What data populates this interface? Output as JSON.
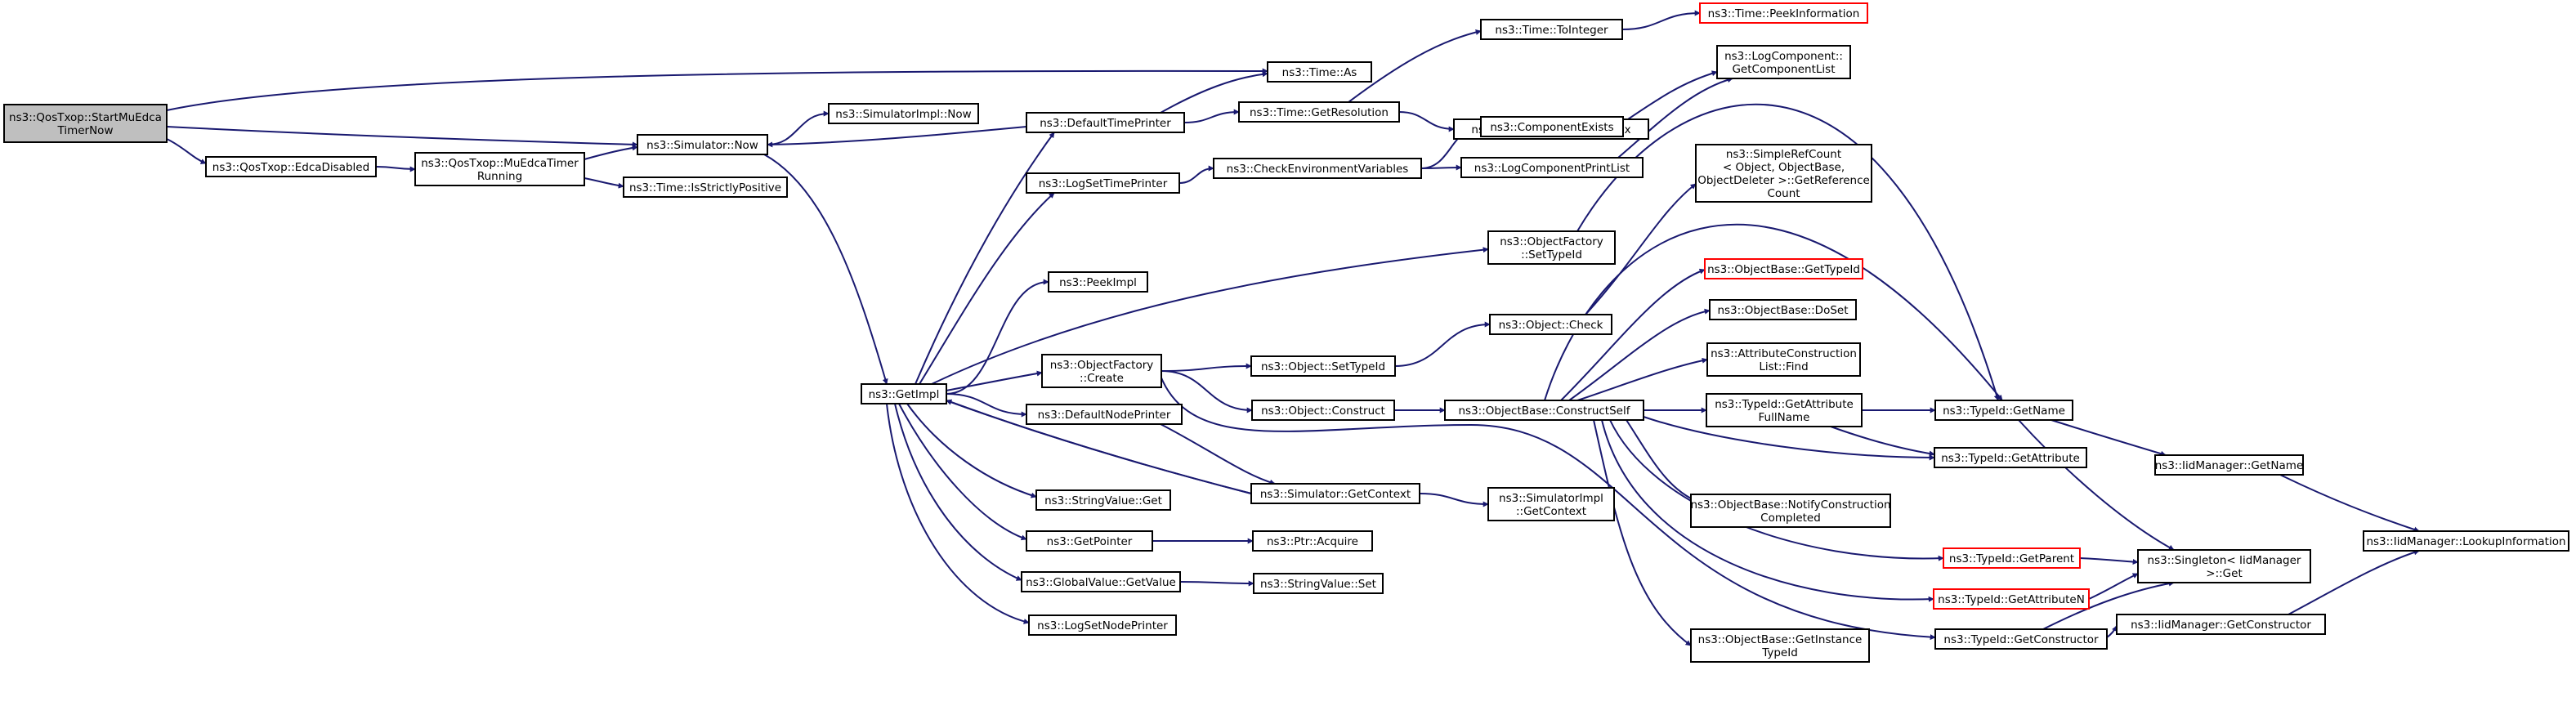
{
  "diagram": {
    "colors": {
      "edge": "#191970",
      "node_border": "#000000",
      "root_fill": "#bfbfbf",
      "node_fill": "#ffffff",
      "truncated_border": "#ff0000"
    },
    "nodes": {
      "start": {
        "lines": [
          "ns3::QosTxop::StartMuEdca",
          "TimerNow"
        ],
        "root": true
      },
      "edcaDisabled": {
        "lines": [
          "ns3::QosTxop::EdcaDisabled"
        ]
      },
      "muEdcaRunning": {
        "lines": [
          "ns3::QosTxop::MuEdcaTimer",
          "Running"
        ]
      },
      "simNow": {
        "lines": [
          "ns3::Simulator::Now"
        ]
      },
      "isStrictlyPositive": {
        "lines": [
          "ns3::Time::IsStrictlyPositive"
        ]
      },
      "simImplNow": {
        "lines": [
          "ns3::SimulatorImpl::Now"
        ]
      },
      "timeAs": {
        "lines": [
          "ns3::Time::As"
        ]
      },
      "defaultTimePrinter": {
        "lines": [
          "ns3::DefaultTimePrinter"
        ]
      },
      "getResolution": {
        "lines": [
          "ns3::Time::GetResolution"
        ]
      },
      "toInteger": {
        "lines": [
          "ns3::Time::ToInteger"
        ]
      },
      "peekInformation": {
        "lines": [
          "ns3::Time::PeekInformation"
        ],
        "truncated": true
      },
      "markingMutex": {
        "lines": [
          "ns3::Time::GetMarkingMutex"
        ]
      },
      "logGetComponentList": {
        "lines": [
          "ns3::LogComponent::",
          "GetComponentList"
        ]
      },
      "componentExists": {
        "lines": [
          "ns3::ComponentExists"
        ]
      },
      "logComponentPrintList": {
        "lines": [
          "ns3::LogComponentPrintList"
        ]
      },
      "checkEnvVars": {
        "lines": [
          "ns3::CheckEnvironmentVariables"
        ]
      },
      "logSetTimePrinter": {
        "lines": [
          "ns3::LogSetTimePrinter"
        ]
      },
      "simpleRefCount": {
        "lines": [
          "ns3::SimpleRefCount",
          "< Object, ObjectBase,",
          " ObjectDeleter >::GetReference",
          "Count"
        ]
      },
      "ofSetTypeId": {
        "lines": [
          "ns3::ObjectFactory",
          "::SetTypeId"
        ]
      },
      "peekImpl": {
        "lines": [
          "ns3::PeekImpl"
        ]
      },
      "obGetTypeId": {
        "lines": [
          "ns3::ObjectBase::GetTypeId"
        ],
        "truncated": true
      },
      "objectCheck": {
        "lines": [
          "ns3::Object::Check"
        ]
      },
      "obDoSet": {
        "lines": [
          "ns3::ObjectBase::DoSet"
        ]
      },
      "ofCreate": {
        "lines": [
          "ns3::ObjectFactory",
          "::Create"
        ]
      },
      "objectSetTypeId": {
        "lines": [
          "ns3::Object::SetTypeId"
        ]
      },
      "acListFind": {
        "lines": [
          "ns3::AttributeConstruction",
          "List::Find"
        ]
      },
      "getImpl": {
        "lines": [
          "ns3::GetImpl"
        ]
      },
      "objectConstruct": {
        "lines": [
          "ns3::Object::Construct"
        ]
      },
      "constructSelf": {
        "lines": [
          "ns3::ObjectBase::ConstructSelf"
        ]
      },
      "getAttrFullName": {
        "lines": [
          "ns3::TypeId::GetAttribute",
          "FullName"
        ]
      },
      "tidGetName": {
        "lines": [
          "ns3::TypeId::GetName"
        ]
      },
      "defaultNodePrinter": {
        "lines": [
          "ns3::DefaultNodePrinter"
        ]
      },
      "tidGetAttribute": {
        "lines": [
          "ns3::TypeId::GetAttribute"
        ]
      },
      "iidGetName": {
        "lines": [
          "ns3::IidManager::GetName"
        ]
      },
      "simGetContext": {
        "lines": [
          "ns3::Simulator::GetContext"
        ]
      },
      "simImplGetContext": {
        "lines": [
          "ns3::SimulatorImpl",
          "::GetContext"
        ]
      },
      "stringValueGet": {
        "lines": [
          "ns3::StringValue::Get"
        ]
      },
      "notifyConstruction": {
        "lines": [
          "ns3::ObjectBase::NotifyConstruction",
          "Completed"
        ]
      },
      "iidLookup": {
        "lines": [
          "ns3::IidManager::LookupInformation"
        ]
      },
      "getPointer": {
        "lines": [
          "ns3::GetPointer"
        ]
      },
      "ptrAcquire": {
        "lines": [
          "ns3::Ptr::Acquire"
        ]
      },
      "tidGetParent": {
        "lines": [
          "ns3::TypeId::GetParent"
        ],
        "truncated": true
      },
      "singletonGet": {
        "lines": [
          "ns3::Singleton< IidManager",
          " >::Get"
        ]
      },
      "globalValueGet": {
        "lines": [
          "ns3::GlobalValue::GetValue"
        ]
      },
      "stringValueSet": {
        "lines": [
          "ns3::StringValue::Set"
        ]
      },
      "tidGetAttributeN": {
        "lines": [
          "ns3::TypeId::GetAttributeN"
        ],
        "truncated": true
      },
      "logSetNodePrinter": {
        "lines": [
          "ns3::LogSetNodePrinter"
        ]
      },
      "obGetInstanceTypeId": {
        "lines": [
          "ns3::ObjectBase::GetInstance",
          "TypeId"
        ]
      },
      "tidGetConstructor": {
        "lines": [
          "ns3::TypeId::GetConstructor"
        ]
      },
      "iidGetConstructor": {
        "lines": [
          "ns3::IidManager::GetConstructor"
        ]
      }
    },
    "edges": [
      {
        "from": "start",
        "to": "timeAs"
      },
      {
        "from": "start",
        "to": "simNow"
      },
      {
        "from": "start",
        "to": "edcaDisabled"
      },
      {
        "from": "edcaDisabled",
        "to": "muEdcaRunning"
      },
      {
        "from": "muEdcaRunning",
        "to": "simNow"
      },
      {
        "from": "muEdcaRunning",
        "to": "isStrictlyPositive"
      },
      {
        "from": "simNow",
        "to": "simImplNow"
      },
      {
        "from": "simNow",
        "to": "getImpl"
      },
      {
        "from": "defaultTimePrinter",
        "to": "timeAs"
      },
      {
        "from": "defaultTimePrinter",
        "to": "simNow"
      },
      {
        "from": "defaultTimePrinter",
        "to": "getResolution"
      },
      {
        "from": "getResolution",
        "to": "toInteger"
      },
      {
        "from": "getResolution",
        "to": "markingMutex"
      },
      {
        "from": "toInteger",
        "to": "peekInformation"
      },
      {
        "from": "getImpl",
        "to": "defaultTimePrinter"
      },
      {
        "from": "getImpl",
        "to": "logSetTimePrinter"
      },
      {
        "from": "getImpl",
        "to": "peekImpl"
      },
      {
        "from": "getImpl",
        "to": "ofSetTypeId"
      },
      {
        "from": "getImpl",
        "to": "ofCreate"
      },
      {
        "from": "getImpl",
        "to": "defaultNodePrinter"
      },
      {
        "from": "getImpl",
        "to": "stringValueGet"
      },
      {
        "from": "getImpl",
        "to": "getPointer"
      },
      {
        "from": "getImpl",
        "to": "globalValueGet"
      },
      {
        "from": "getImpl",
        "to": "logSetNodePrinter"
      },
      {
        "from": "getImpl",
        "to": "simGetContext"
      },
      {
        "from": "logSetTimePrinter",
        "to": "checkEnvVars"
      },
      {
        "from": "checkEnvVars",
        "to": "componentExists"
      },
      {
        "from": "checkEnvVars",
        "to": "logComponentPrintList"
      },
      {
        "from": "componentExists",
        "to": "logGetComponentList"
      },
      {
        "from": "logComponentPrintList",
        "to": "logGetComponentList"
      },
      {
        "from": "ofSetTypeId",
        "to": "tidGetName"
      },
      {
        "from": "ofCreate",
        "to": "objectSetTypeId"
      },
      {
        "from": "ofCreate",
        "to": "objectConstruct"
      },
      {
        "from": "ofCreate",
        "to": "tidGetConstructor"
      },
      {
        "from": "objectSetTypeId",
        "to": "objectCheck"
      },
      {
        "from": "objectCheck",
        "to": "simpleRefCount"
      },
      {
        "from": "objectConstruct",
        "to": "constructSelf"
      },
      {
        "from": "constructSelf",
        "to": "obGetTypeId"
      },
      {
        "from": "constructSelf",
        "to": "obDoSet"
      },
      {
        "from": "constructSelf",
        "to": "acListFind"
      },
      {
        "from": "constructSelf",
        "to": "getAttrFullName"
      },
      {
        "from": "constructSelf",
        "to": "tidGetName"
      },
      {
        "from": "constructSelf",
        "to": "tidGetAttribute"
      },
      {
        "from": "constructSelf",
        "to": "notifyConstruction"
      },
      {
        "from": "constructSelf",
        "to": "tidGetParent"
      },
      {
        "from": "constructSelf",
        "to": "tidGetAttributeN"
      },
      {
        "from": "constructSelf",
        "to": "obGetInstanceTypeId"
      },
      {
        "from": "getAttrFullName",
        "to": "tidGetName"
      },
      {
        "from": "getAttrFullName",
        "to": "tidGetAttribute"
      },
      {
        "from": "tidGetName",
        "to": "iidGetName"
      },
      {
        "from": "tidGetName",
        "to": "singletonGet"
      },
      {
        "from": "iidGetName",
        "to": "iidLookup"
      },
      {
        "from": "defaultNodePrinter",
        "to": "simGetContext"
      },
      {
        "from": "simGetContext",
        "to": "getImpl"
      },
      {
        "from": "simGetContext",
        "to": "simImplGetContext"
      },
      {
        "from": "getPointer",
        "to": "ptrAcquire"
      },
      {
        "from": "globalValueGet",
        "to": "stringValueSet"
      },
      {
        "from": "tidGetParent",
        "to": "singletonGet"
      },
      {
        "from": "tidGetAttributeN",
        "to": "singletonGet"
      },
      {
        "from": "tidGetConstructor",
        "to": "singletonGet"
      },
      {
        "from": "tidGetConstructor",
        "to": "iidGetConstructor"
      },
      {
        "from": "iidGetConstructor",
        "to": "iidLookup"
      }
    ]
  }
}
